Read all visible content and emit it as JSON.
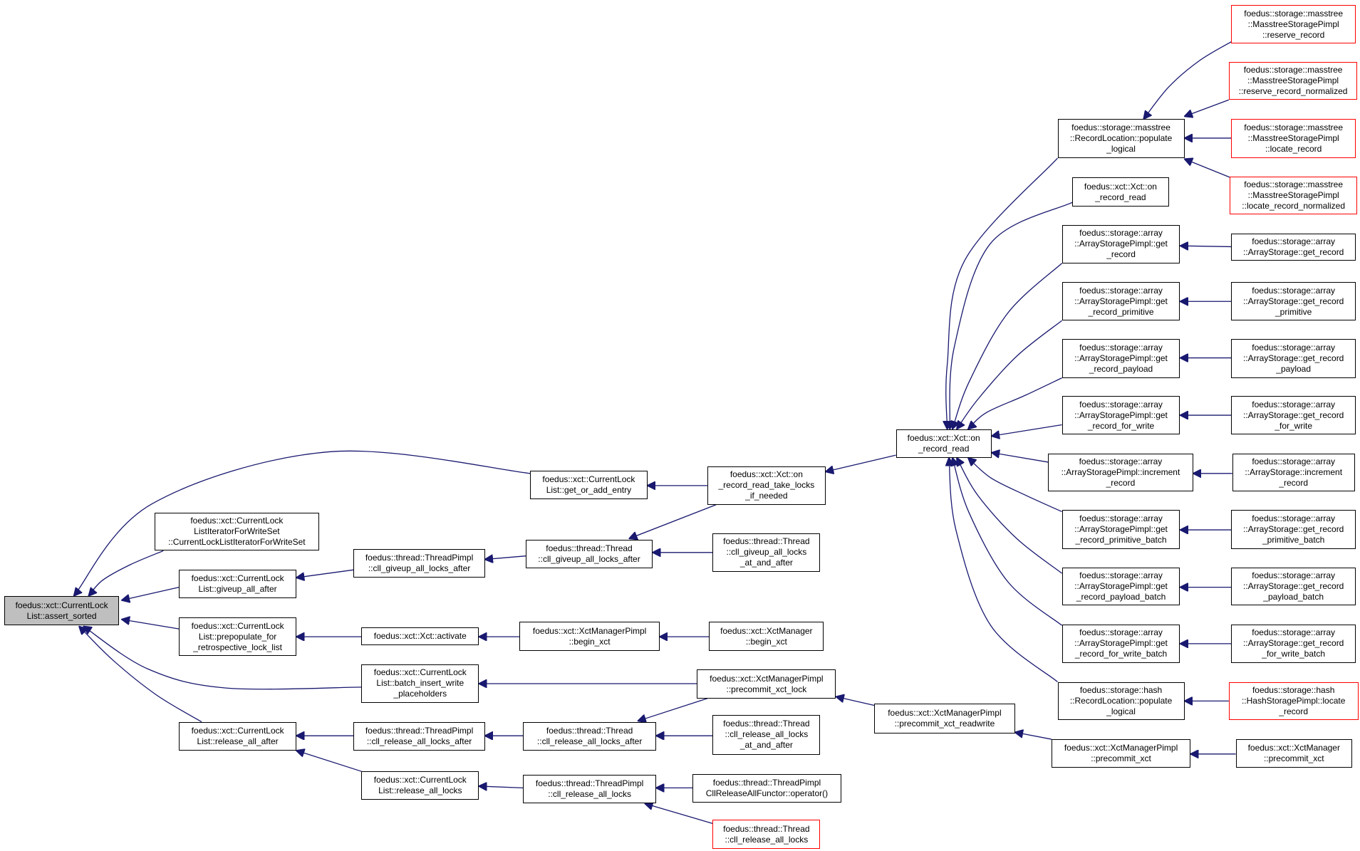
{
  "colors": {
    "edge": "#191970",
    "node_border": "#000000",
    "truncated_border": "#ff0000",
    "focus_fill": "#bfbfbf"
  },
  "nodes": [
    {
      "id": "n0",
      "label": "foedus::xct::CurrentLock\nList::assert_sorted",
      "focus": true
    },
    {
      "id": "n1",
      "label": "foedus::xct::CurrentLock\nList::get_or_add_entry"
    },
    {
      "id": "n2",
      "label": "foedus::xct::CurrentLock\nListIteratorForWriteSet\n::CurrentLockListIteratorForWriteSet"
    },
    {
      "id": "n3",
      "label": "foedus::xct::CurrentLock\nList::giveup_all_after"
    },
    {
      "id": "n4",
      "label": "foedus::xct::CurrentLock\nList::prepopulate_for\n_retrospective_lock_list"
    },
    {
      "id": "n5",
      "label": "foedus::xct::CurrentLock\nList::batch_insert_write\n_placeholders"
    },
    {
      "id": "n6",
      "label": "foedus::xct::CurrentLock\nList::release_all_after"
    },
    {
      "id": "n7",
      "label": "foedus::thread::ThreadPimpl\n::cll_giveup_all_locks_after"
    },
    {
      "id": "n8",
      "label": "foedus::xct::Xct::activate"
    },
    {
      "id": "n9",
      "label": "foedus::thread::ThreadPimpl\n::cll_release_all_locks_after"
    },
    {
      "id": "n10",
      "label": "foedus::xct::CurrentLock\nList::release_all_locks"
    },
    {
      "id": "n11",
      "label": "foedus::thread::Thread\n::cll_giveup_all_locks_after"
    },
    {
      "id": "n12",
      "label": "foedus::xct::XctManagerPimpl\n::begin_xct"
    },
    {
      "id": "n13",
      "label": "foedus::thread::Thread\n::cll_release_all_locks_after"
    },
    {
      "id": "n14",
      "label": "foedus::thread::ThreadPimpl\n::cll_release_all_locks"
    },
    {
      "id": "n15",
      "label": "foedus::xct::Xct::on\n_record_read_take_locks\n_if_needed"
    },
    {
      "id": "n16",
      "label": "foedus::thread::Thread\n::cll_giveup_all_locks\n_at_and_after"
    },
    {
      "id": "n17",
      "label": "foedus::xct::XctManager\n::begin_xct"
    },
    {
      "id": "n18",
      "label": "foedus::xct::XctManagerPimpl\n::precommit_xct_lock"
    },
    {
      "id": "n19",
      "label": "foedus::thread::Thread\n::cll_release_all_locks\n_at_and_after"
    },
    {
      "id": "n20",
      "label": "foedus::thread::ThreadPimpl\nCllReleaseAllFunctor::operator()"
    },
    {
      "id": "n21",
      "label": "foedus::thread::Thread\n::cll_release_all_locks",
      "truncated": true
    },
    {
      "id": "n22",
      "label": "foedus::xct::Xct::on\n_record_read"
    },
    {
      "id": "n23",
      "label": "foedus::xct::XctManagerPimpl\n::precommit_xct_readwrite"
    },
    {
      "id": "n24",
      "label": "foedus::storage::masstree\n::RecordLocation::populate\n_logical"
    },
    {
      "id": "n25",
      "label": "foedus::xct::Xct::on\n_record_read"
    },
    {
      "id": "n26",
      "label": "foedus::storage::array\n::ArrayStoragePimpl::get\n_record"
    },
    {
      "id": "n27",
      "label": "foedus::storage::array\n::ArrayStoragePimpl::get\n_record_primitive"
    },
    {
      "id": "n28",
      "label": "foedus::storage::array\n::ArrayStoragePimpl::get\n_record_payload"
    },
    {
      "id": "n29",
      "label": "foedus::storage::array\n::ArrayStoragePimpl::get\n_record_for_write"
    },
    {
      "id": "n30",
      "label": "foedus::storage::array\n::ArrayStoragePimpl::increment\n_record"
    },
    {
      "id": "n31",
      "label": "foedus::storage::array\n::ArrayStoragePimpl::get\n_record_primitive_batch"
    },
    {
      "id": "n32",
      "label": "foedus::storage::array\n::ArrayStoragePimpl::get\n_record_payload_batch"
    },
    {
      "id": "n33",
      "label": "foedus::storage::array\n::ArrayStoragePimpl::get\n_record_for_write_batch"
    },
    {
      "id": "n34",
      "label": "foedus::storage::hash\n::RecordLocation::populate\n_logical"
    },
    {
      "id": "n35",
      "label": "foedus::xct::XctManagerPimpl\n::precommit_xct"
    },
    {
      "id": "n36",
      "label": "foedus::storage::masstree\n::MasstreeStoragePimpl\n::reserve_record",
      "truncated": true
    },
    {
      "id": "n37",
      "label": "foedus::storage::masstree\n::MasstreeStoragePimpl\n::reserve_record_normalized",
      "truncated": true
    },
    {
      "id": "n38",
      "label": "foedus::storage::masstree\n::MasstreeStoragePimpl\n::locate_record",
      "truncated": true
    },
    {
      "id": "n39",
      "label": "foedus::storage::masstree\n::MasstreeStoragePimpl\n::locate_record_normalized",
      "truncated": true
    },
    {
      "id": "n40",
      "label": "foedus::storage::array\n::ArrayStorage::get_record"
    },
    {
      "id": "n41",
      "label": "foedus::storage::array\n::ArrayStorage::get_record\n_primitive"
    },
    {
      "id": "n42",
      "label": "foedus::storage::array\n::ArrayStorage::get_record\n_payload"
    },
    {
      "id": "n43",
      "label": "foedus::storage::array\n::ArrayStorage::get_record\n_for_write"
    },
    {
      "id": "n44",
      "label": "foedus::storage::array\n::ArrayStorage::increment\n_record"
    },
    {
      "id": "n45",
      "label": "foedus::storage::array\n::ArrayStorage::get_record\n_primitive_batch"
    },
    {
      "id": "n46",
      "label": "foedus::storage::array\n::ArrayStorage::get_record\n_payload_batch"
    },
    {
      "id": "n47",
      "label": "foedus::storage::array\n::ArrayStorage::get_record\n_for_write_batch"
    },
    {
      "id": "n48",
      "label": "foedus::storage::hash\n::HashStoragePimpl::locate\n_record",
      "truncated": true
    },
    {
      "id": "n49",
      "label": "foedus::xct::XctManager\n::precommit_xct"
    }
  ],
  "edges": [
    {
      "from": "n1",
      "to": "n0"
    },
    {
      "from": "n2",
      "to": "n0"
    },
    {
      "from": "n3",
      "to": "n0"
    },
    {
      "from": "n4",
      "to": "n0"
    },
    {
      "from": "n5",
      "to": "n0"
    },
    {
      "from": "n6",
      "to": "n0"
    },
    {
      "from": "n7",
      "to": "n3"
    },
    {
      "from": "n8",
      "to": "n4"
    },
    {
      "from": "n9",
      "to": "n6"
    },
    {
      "from": "n10",
      "to": "n6"
    },
    {
      "from": "n11",
      "to": "n7"
    },
    {
      "from": "n12",
      "to": "n8"
    },
    {
      "from": "n13",
      "to": "n9"
    },
    {
      "from": "n14",
      "to": "n10"
    },
    {
      "from": "n15",
      "to": "n1"
    },
    {
      "from": "n15",
      "to": "n11"
    },
    {
      "from": "n16",
      "to": "n11"
    },
    {
      "from": "n17",
      "to": "n12"
    },
    {
      "from": "n18",
      "to": "n5"
    },
    {
      "from": "n18",
      "to": "n13"
    },
    {
      "from": "n19",
      "to": "n13"
    },
    {
      "from": "n20",
      "to": "n14"
    },
    {
      "from": "n21",
      "to": "n14"
    },
    {
      "from": "n22",
      "to": "n15"
    },
    {
      "from": "n23",
      "to": "n18"
    },
    {
      "from": "n24",
      "to": "n22"
    },
    {
      "from": "n25",
      "to": "n22"
    },
    {
      "from": "n26",
      "to": "n22"
    },
    {
      "from": "n27",
      "to": "n22"
    },
    {
      "from": "n28",
      "to": "n22"
    },
    {
      "from": "n29",
      "to": "n22"
    },
    {
      "from": "n30",
      "to": "n22"
    },
    {
      "from": "n31",
      "to": "n22"
    },
    {
      "from": "n32",
      "to": "n22"
    },
    {
      "from": "n33",
      "to": "n22"
    },
    {
      "from": "n34",
      "to": "n22"
    },
    {
      "from": "n35",
      "to": "n23"
    },
    {
      "from": "n36",
      "to": "n24"
    },
    {
      "from": "n37",
      "to": "n24"
    },
    {
      "from": "n38",
      "to": "n24"
    },
    {
      "from": "n39",
      "to": "n24"
    },
    {
      "from": "n40",
      "to": "n26"
    },
    {
      "from": "n41",
      "to": "n27"
    },
    {
      "from": "n42",
      "to": "n28"
    },
    {
      "from": "n43",
      "to": "n29"
    },
    {
      "from": "n44",
      "to": "n30"
    },
    {
      "from": "n45",
      "to": "n31"
    },
    {
      "from": "n46",
      "to": "n32"
    },
    {
      "from": "n47",
      "to": "n33"
    },
    {
      "from": "n48",
      "to": "n34"
    },
    {
      "from": "n49",
      "to": "n35"
    }
  ]
}
